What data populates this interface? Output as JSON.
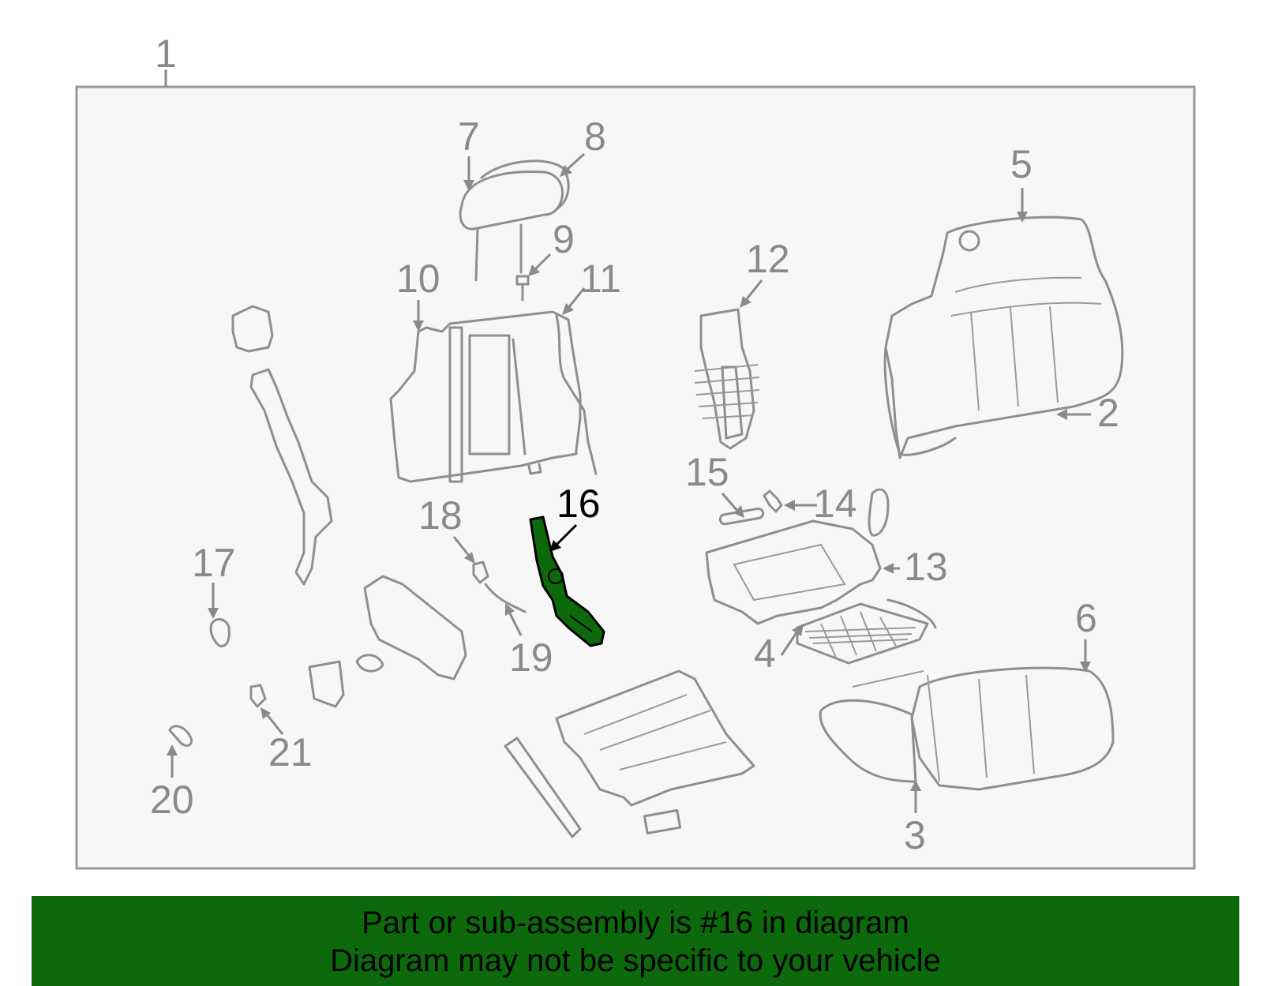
{
  "diagram": {
    "assembly_label": "1",
    "highlight_part": "16",
    "callouts": [
      "2",
      "3",
      "4",
      "5",
      "6",
      "7",
      "8",
      "9",
      "10",
      "11",
      "12",
      "13",
      "14",
      "15",
      "16",
      "17",
      "18",
      "19",
      "20",
      "21"
    ],
    "colors": {
      "highlight": "#0c6a0c",
      "line": "#8f8f8f",
      "background": "#f7f7f7"
    }
  },
  "banner": {
    "line1": "Part or sub-assembly is #16 in diagram",
    "line2": "Diagram may not be specific to your vehicle"
  }
}
